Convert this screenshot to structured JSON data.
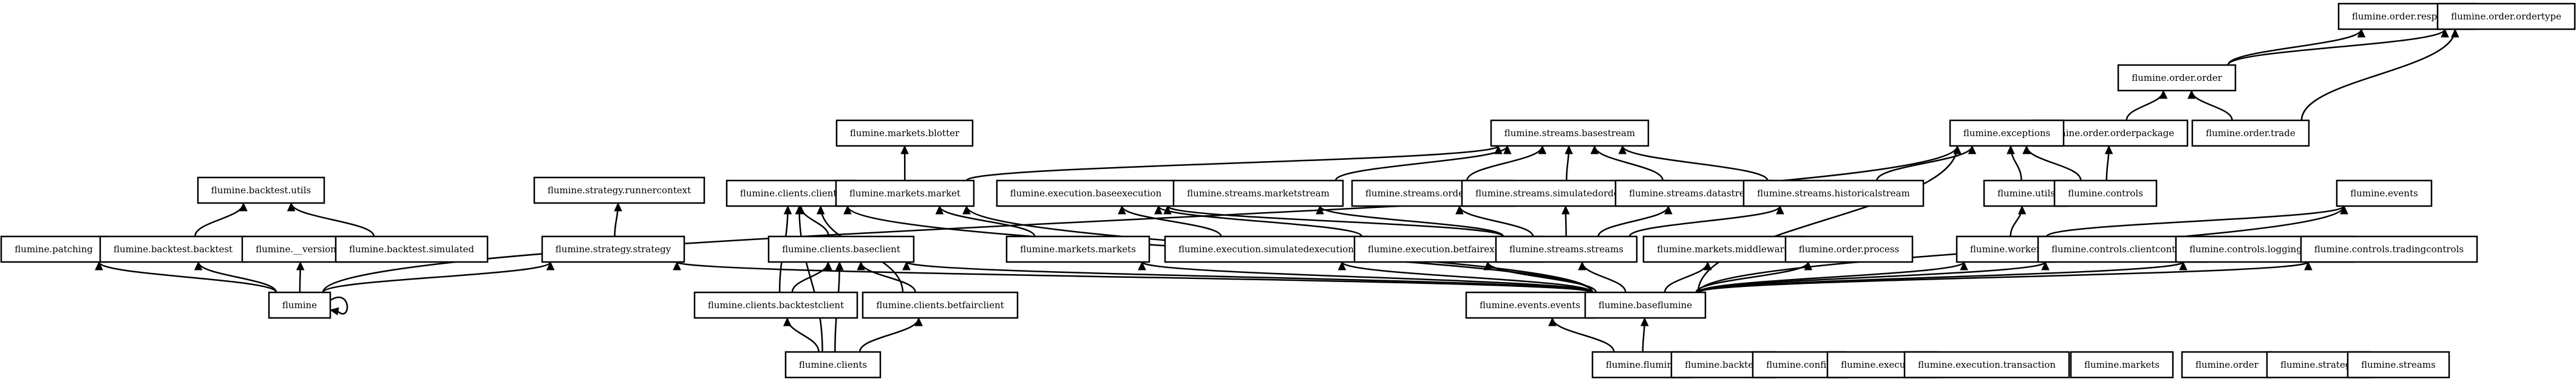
{
  "diagram": {
    "kind": "module-dependency-graph",
    "colors": {
      "stroke": "#000000",
      "fill": "#ffffff",
      "text": "#000000"
    },
    "nodes": [
      {
        "id": "order_responses",
        "label": "flumine.order.responses"
      },
      {
        "id": "order_ordertype",
        "label": "flumine.order.ordertype"
      },
      {
        "id": "order_order",
        "label": "flumine.order.order"
      },
      {
        "id": "order_orderpackage",
        "label": "flumine.order.orderpackage"
      },
      {
        "id": "order_trade",
        "label": "flumine.order.trade"
      },
      {
        "id": "markets_blotter",
        "label": "flumine.markets.blotter"
      },
      {
        "id": "streams_basestream",
        "label": "flumine.streams.basestream"
      },
      {
        "id": "exceptions",
        "label": "flumine.exceptions"
      },
      {
        "id": "backtest_utils",
        "label": "flumine.backtest.utils"
      },
      {
        "id": "strategy_runnercontext",
        "label": "flumine.strategy.runnercontext"
      },
      {
        "id": "clients_clients",
        "label": "flumine.clients.clients"
      },
      {
        "id": "markets_market",
        "label": "flumine.markets.market"
      },
      {
        "id": "execution_baseexecution",
        "label": "flumine.execution.baseexecution"
      },
      {
        "id": "streams_marketstream",
        "label": "flumine.streams.marketstream"
      },
      {
        "id": "streams_orderstream",
        "label": "flumine.streams.orderstream"
      },
      {
        "id": "streams_simulatedorderstream",
        "label": "flumine.streams.simulatedorderstream"
      },
      {
        "id": "streams_datastream",
        "label": "flumine.streams.datastream"
      },
      {
        "id": "streams_historicalstream",
        "label": "flumine.streams.historicalstream"
      },
      {
        "id": "utils",
        "label": "flumine.utils"
      },
      {
        "id": "controls",
        "label": "flumine.controls"
      },
      {
        "id": "events",
        "label": "flumine.events"
      },
      {
        "id": "patching",
        "label": "flumine.patching"
      },
      {
        "id": "backtest_backtest",
        "label": "flumine.backtest.backtest"
      },
      {
        "id": "version",
        "label": "flumine.__version__"
      },
      {
        "id": "backtest_simulated",
        "label": "flumine.backtest.simulated"
      },
      {
        "id": "strategy_strategy",
        "label": "flumine.strategy.strategy"
      },
      {
        "id": "clients_baseclient",
        "label": "flumine.clients.baseclient"
      },
      {
        "id": "markets_markets",
        "label": "flumine.markets.markets"
      },
      {
        "id": "execution_simulatedexecution",
        "label": "flumine.execution.simulatedexecution"
      },
      {
        "id": "execution_betfairexecution",
        "label": "flumine.execution.betfairexecution"
      },
      {
        "id": "streams_streams",
        "label": "flumine.streams.streams"
      },
      {
        "id": "markets_middleware",
        "label": "flumine.markets.middleware"
      },
      {
        "id": "order_process",
        "label": "flumine.order.process"
      },
      {
        "id": "worker",
        "label": "flumine.worker"
      },
      {
        "id": "controls_clientcontrols",
        "label": "flumine.controls.clientcontrols"
      },
      {
        "id": "controls_loggingcontrols",
        "label": "flumine.controls.loggingcontrols"
      },
      {
        "id": "controls_tradingcontrols",
        "label": "flumine.controls.tradingcontrols"
      },
      {
        "id": "flumine",
        "label": "flumine"
      },
      {
        "id": "clients_backtestclient",
        "label": "flumine.clients.backtestclient"
      },
      {
        "id": "clients_betfairclient",
        "label": "flumine.clients.betfairclient"
      },
      {
        "id": "events_events",
        "label": "flumine.events.events"
      },
      {
        "id": "baseflumine",
        "label": "flumine.baseflumine"
      },
      {
        "id": "clients",
        "label": "flumine.clients"
      },
      {
        "id": "flumine_flumine",
        "label": "flumine.flumine"
      },
      {
        "id": "backtest",
        "label": "flumine.backtest"
      },
      {
        "id": "config",
        "label": "flumine.config"
      },
      {
        "id": "execution",
        "label": "flumine.execution"
      },
      {
        "id": "execution_transaction",
        "label": "flumine.execution.transaction"
      },
      {
        "id": "markets",
        "label": "flumine.markets"
      },
      {
        "id": "order",
        "label": "flumine.order"
      },
      {
        "id": "strategy",
        "label": "flumine.strategy"
      },
      {
        "id": "streams",
        "label": "flumine.streams"
      }
    ],
    "edges": [
      {
        "from": "order_order",
        "to": "order_responses"
      },
      {
        "from": "order_order",
        "to": "order_ordertype"
      },
      {
        "from": "order_orderpackage",
        "to": "order_order"
      },
      {
        "from": "order_trade",
        "to": "order_order"
      },
      {
        "from": "order_trade",
        "to": "order_ordertype"
      },
      {
        "from": "controls",
        "to": "order_orderpackage"
      },
      {
        "from": "controls",
        "to": "exceptions"
      },
      {
        "from": "utils",
        "to": "exceptions"
      },
      {
        "from": "worker",
        "to": "utils"
      },
      {
        "from": "worker",
        "to": "events"
      },
      {
        "from": "markets_market",
        "to": "markets_blotter"
      },
      {
        "from": "markets_market",
        "to": "clients_clients"
      },
      {
        "from": "markets_markets",
        "to": "markets_market"
      },
      {
        "from": "streams_marketstream",
        "to": "streams_basestream"
      },
      {
        "from": "streams_orderstream",
        "to": "streams_basestream"
      },
      {
        "from": "streams_simulatedorderstream",
        "to": "streams_basestream"
      },
      {
        "from": "streams_datastream",
        "to": "streams_basestream"
      },
      {
        "from": "streams_historicalstream",
        "to": "streams_basestream"
      },
      {
        "from": "markets_market",
        "to": "streams_basestream"
      },
      {
        "from": "streams_historicalstream",
        "to": "exceptions"
      },
      {
        "from": "streams_streams",
        "to": "streams_marketstream"
      },
      {
        "from": "streams_streams",
        "to": "streams_orderstream"
      },
      {
        "from": "streams_streams",
        "to": "streams_simulatedorderstream"
      },
      {
        "from": "streams_streams",
        "to": "streams_datastream"
      },
      {
        "from": "streams_streams",
        "to": "streams_historicalstream"
      },
      {
        "from": "streams_streams",
        "to": "execution_baseexecution"
      },
      {
        "from": "execution_simulatedexecution",
        "to": "execution_baseexecution"
      },
      {
        "from": "execution_betfairexecution",
        "to": "execution_baseexecution"
      },
      {
        "from": "backtest_backtest",
        "to": "backtest_utils"
      },
      {
        "from": "backtest_simulated",
        "to": "backtest_utils"
      },
      {
        "from": "flumine",
        "to": "patching"
      },
      {
        "from": "flumine",
        "to": "backtest_backtest"
      },
      {
        "from": "flumine",
        "to": "version"
      },
      {
        "from": "flumine",
        "to": "flumine"
      },
      {
        "from": "flumine",
        "to": "strategy_strategy"
      },
      {
        "from": "flumine",
        "to": "exceptions"
      },
      {
        "from": "strategy_strategy",
        "to": "strategy_runnercontext"
      },
      {
        "from": "clients_baseclient",
        "to": "clients_clients"
      },
      {
        "from": "clients_backtestclient",
        "to": "clients_baseclient"
      },
      {
        "from": "clients_betfairclient",
        "to": "clients_baseclient"
      },
      {
        "from": "clients_backtestclient",
        "to": "clients_clients"
      },
      {
        "from": "clients_betfairclient",
        "to": "clients_clients"
      },
      {
        "from": "clients",
        "to": "clients_backtestclient"
      },
      {
        "from": "clients",
        "to": "clients_betfairclient"
      },
      {
        "from": "clients",
        "to": "clients_baseclient"
      },
      {
        "from": "clients",
        "to": "clients_clients"
      },
      {
        "from": "baseflumine",
        "to": "strategy_strategy"
      },
      {
        "from": "baseflumine",
        "to": "clients_baseclient"
      },
      {
        "from": "baseflumine",
        "to": "markets_markets"
      },
      {
        "from": "baseflumine",
        "to": "execution_simulatedexecution"
      },
      {
        "from": "baseflumine",
        "to": "execution_betfairexecution"
      },
      {
        "from": "baseflumine",
        "to": "streams_streams"
      },
      {
        "from": "baseflumine",
        "to": "markets_middleware"
      },
      {
        "from": "baseflumine",
        "to": "order_process"
      },
      {
        "from": "baseflumine",
        "to": "worker"
      },
      {
        "from": "baseflumine",
        "to": "controls_clientcontrols"
      },
      {
        "from": "baseflumine",
        "to": "controls_loggingcontrols"
      },
      {
        "from": "baseflumine",
        "to": "controls_tradingcontrols"
      },
      {
        "from": "baseflumine",
        "to": "events_events"
      },
      {
        "from": "baseflumine",
        "to": "events"
      },
      {
        "from": "baseflumine",
        "to": "exceptions"
      },
      {
        "from": "baseflumine",
        "to": "markets_market"
      },
      {
        "from": "baseflumine",
        "to": "clients_clients"
      },
      {
        "from": "flumine_flumine",
        "to": "baseflumine"
      },
      {
        "from": "flumine_flumine",
        "to": "events_events"
      }
    ]
  }
}
